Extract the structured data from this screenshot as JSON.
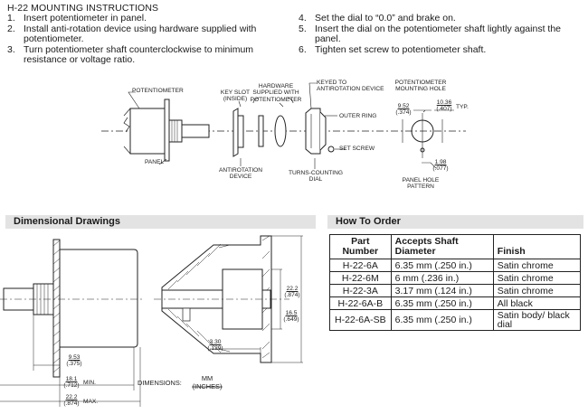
{
  "title": "H-22 MOUNTING INSTRUCTIONS",
  "steps_left": [
    {
      "num": "1.",
      "text": "Insert potentiometer in panel."
    },
    {
      "num": "2.",
      "text": "Install anti-rotation device using hardware supplied with potentiometer."
    },
    {
      "num": "3.",
      "text": "Turn potentiometer shaft counterclockwise to minimum resistance or voltage ratio."
    }
  ],
  "steps_right": [
    {
      "num": "4.",
      "text": "Set the dial to “0.0” and brake on."
    },
    {
      "num": "5.",
      "text": "Insert the dial on the potentiometer shaft lightly against the panel."
    },
    {
      "num": "6.",
      "text": "Tighten set screw to potentiometer shaft."
    }
  ],
  "mounting_diagram": {
    "potentiometer": "POTENTIOMETER",
    "panel": "PANEL",
    "key_slot": [
      "KEY SLOT",
      "(INSIDE)"
    ],
    "hardware": [
      "HARDWARE",
      "SUPPLIED WITH",
      "POTENTIOMETER"
    ],
    "keyed_to": [
      "KEYED TO",
      "ANTIROTATION DEVICE"
    ],
    "outer_ring": "OUTER RING",
    "set_screw": "SET SCREW",
    "antirotation_device": [
      "ANTIROTATION",
      "DEVICE"
    ],
    "turns_counting_dial": [
      "TURNS-COUNTING",
      "DIAL"
    ],
    "mounting_hole": [
      "POTENTIOMETER",
      "MOUNTING HOLE"
    ],
    "dim_952": [
      "9.52",
      "(.374)"
    ],
    "dim_1036": [
      "10.36",
      "(.407)"
    ],
    "typ": "TYP.",
    "dim_198": [
      "1.98",
      "(.077)"
    ],
    "panel_hole_pattern": [
      "PANEL HOLE",
      "PATTERN"
    ]
  },
  "dimensional": {
    "header": "Dimensional Drawings",
    "dim_165": [
      "16.5",
      "(.649)"
    ],
    "dim_222_right": [
      "22.2",
      "(.874)"
    ],
    "dim_330": [
      "3.30",
      "(.129)"
    ],
    "dim_953": [
      "9.53",
      "(.375)"
    ],
    "dim_181": [
      "18.1",
      "(.712)"
    ],
    "min_label": "MIN.",
    "dim_222_bottom": [
      "22.2",
      "(.874)"
    ],
    "max_label": "MAX.",
    "dimensions_label": "DIMENSIONS:",
    "units": [
      "MM",
      "(INCHES)"
    ]
  },
  "order": {
    "header": "How To Order",
    "columns": [
      "Part Number",
      "Accepts Shaft Diameter",
      "Finish"
    ],
    "rows": [
      {
        "part": "H-22-6A",
        "shaft": "6.35 mm (.250 in.)",
        "finish": "Satin chrome"
      },
      {
        "part": "H-22-6M",
        "shaft": "6 mm (.236 in.)",
        "finish": "Satin chrome"
      },
      {
        "part": "H-22-3A",
        "shaft": "3.17 mm (.124 in.)",
        "finish": "Satin chrome"
      },
      {
        "part": "H-22-6A-B",
        "shaft": "6.35 mm (.250 in.)",
        "finish": "All black"
      },
      {
        "part": "H-22-6A-SB",
        "shaft": "6.35 mm (.250 in.)",
        "finish": "Satin body/ black dial"
      }
    ]
  }
}
